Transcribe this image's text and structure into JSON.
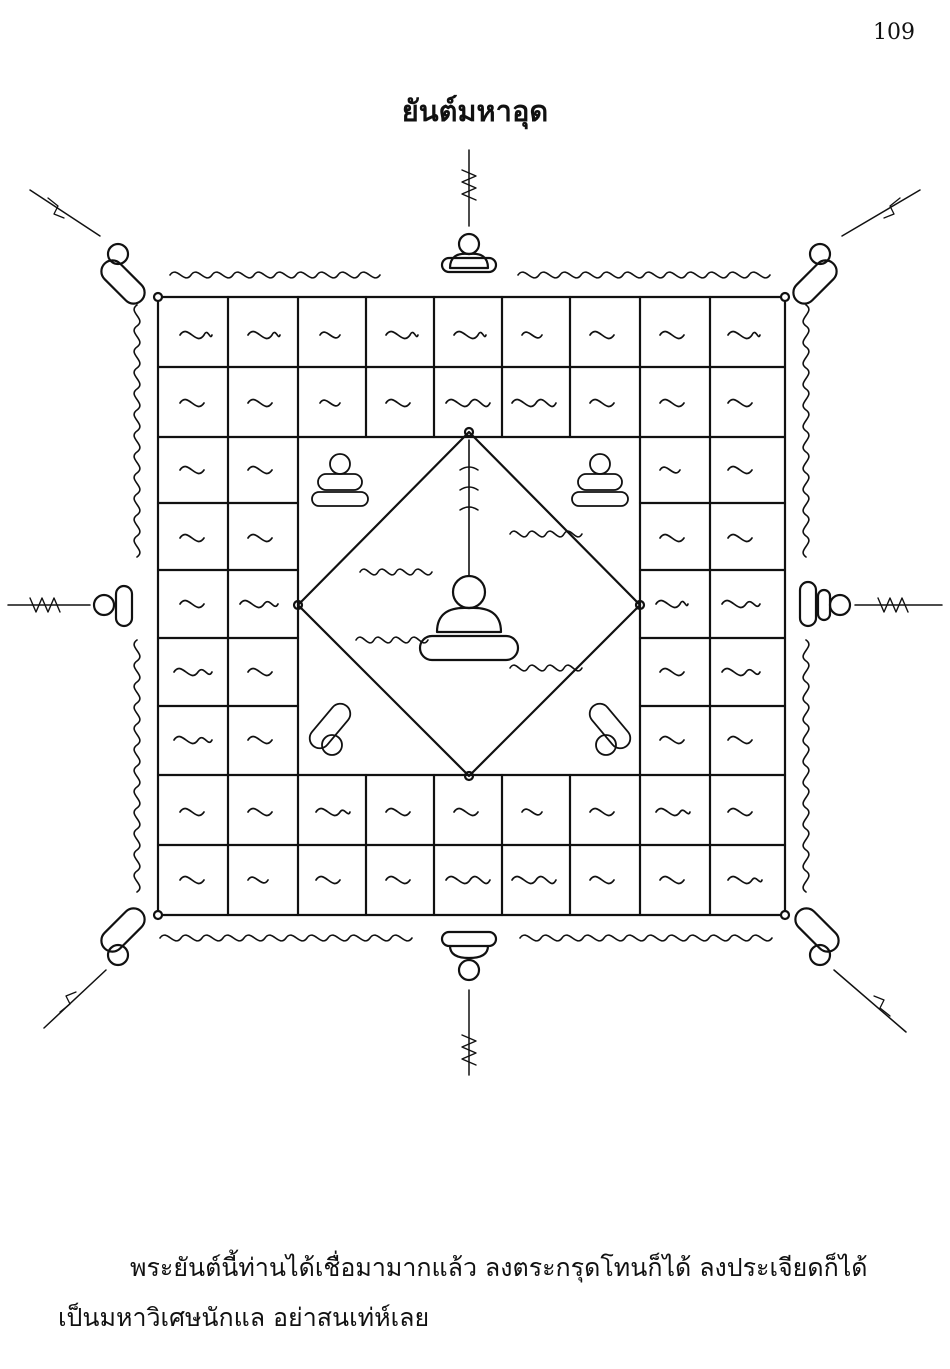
{
  "page_number": "109",
  "title": "ยันต์มหาอุด",
  "caption_lines": [
    "พระยันต์นี้ท่านได้เชื่อมามากแล้ว  ลงตระกรุดโทนก็ได้  ลงประเจียดก็ได้",
    "เป็นมหาวิเศษนักแล อย่าสนเท่ห์เลย"
  ],
  "colors": {
    "ink": "#111111",
    "paper": "#ffffff"
  }
}
